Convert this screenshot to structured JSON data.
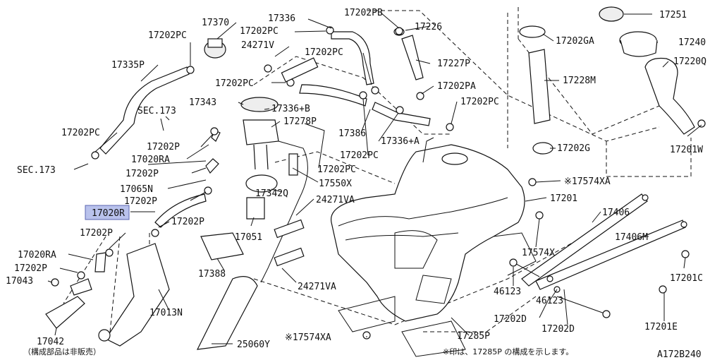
{
  "labels": {
    "l17370": "17370",
    "l17336": "17336",
    "l17202PB": "17202PB",
    "l17251": "17251",
    "l17202PC_a": "17202PC",
    "l17202PC_b": "17202PC",
    "l17226": "17226",
    "l17240": "17240",
    "l24271V": "24271V",
    "l17202PC_c": "17202PC",
    "l17202GA": "17202GA",
    "l17335P": "17335P",
    "l17227P": "17227P",
    "l17220Q": "17220Q",
    "l17202PC_d": "17202PC",
    "l17228M": "17228M",
    "l17343": "17343",
    "l17202PA": "17202PA",
    "lSEC173_a": "SEC.173",
    "l17336B": "17336+B",
    "l17202PC_e": "17202PC",
    "l17278P": "17278P",
    "l17202PC_f": "17202PC",
    "l17386": "17386",
    "l17336A": "17336+A",
    "l17202G": "17202G",
    "l17201W": "17201W",
    "l17202P_a": "17202P",
    "l17020RA_a": "17020RA",
    "l17202PC_g": "17202PC",
    "lSEC173_b": "SEC.173",
    "l17202PC_h": "17202PC",
    "l17202P_b": "17202P",
    "l17550X": "17550X",
    "l17574XA_a": "※17574XA",
    "l17065N": "17065N",
    "l17342Q": "17342Q",
    "l17201": "17201",
    "l17202P_c": "17202P",
    "l24271VA_a": "24271VA",
    "l17020R": "17020R",
    "l17406": "17406",
    "l17202P_d": "17202P",
    "l17406M": "17406M",
    "l17202P_e": "17202P",
    "l17051": "17051",
    "l17574X": "17574X",
    "l17020RA_b": "17020RA",
    "l17388": "17388",
    "l17202P_f": "17202P",
    "l17201C": "17201C",
    "l17043": "17043",
    "l46123_a": "46123",
    "l24271VA_b": "24271VA",
    "l46123_b": "46123",
    "l17013N": "17013N",
    "l17202D_a": "17202D",
    "l17202D_b": "17202D",
    "l17201E": "17201E",
    "l17042": "17042",
    "l17285P": "17285P",
    "l17574XA_b": "※17574XA",
    "l25060Y": "25060Y",
    "note_parts": "（構成部品は非販売）",
    "note_mark": "※印は、17285P の構成を示します。",
    "diagram_id": "A172B240"
  }
}
